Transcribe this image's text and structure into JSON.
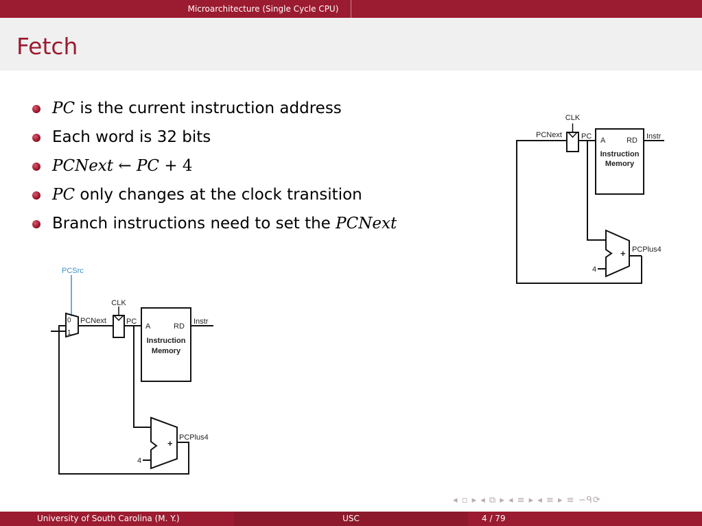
{
  "header": {
    "section_title": "Microarchitecture (Single Cycle CPU)",
    "frame_title": "Fetch"
  },
  "bullets": [
    {
      "math": "PC",
      "text": " is the current instruction address"
    },
    {
      "text": "Each word is 32 bits"
    },
    {
      "math_a": "PCNext",
      "arrow": " ← ",
      "math_b": "PC",
      "plus": " + 4"
    },
    {
      "math": "PC",
      "text": " only changes at the clock transition"
    },
    {
      "text": "Branch instructions need to set the ",
      "math": "PCNext"
    }
  ],
  "diagram_right": {
    "clk": "CLK",
    "pcnext": "PCNext",
    "pc": "PC",
    "addr": "A",
    "rd": "RD",
    "instr": "Instr",
    "mem_line1": "Instruction",
    "mem_line2": "Memory",
    "pcplus4": "PCPlus4",
    "four": "4",
    "plus": "+"
  },
  "diagram_left": {
    "pcsrc": "PCSrc",
    "mux0": "0",
    "mux1": "1",
    "clk": "CLK",
    "pcnext": "PCNext",
    "pc": "PC",
    "addr": "A",
    "rd": "RD",
    "instr": "Instr",
    "mem_line1": "Instruction",
    "mem_line2": "Memory",
    "pcplus4": "PCPlus4",
    "four": "4",
    "plus": "+"
  },
  "nav_symbols": "◂ ▫ ▸ ◂ ⧉ ▸ ◂ ≡ ▸ ◂ ≡ ▸   ≡   ∽ᑫ⟳",
  "footer": {
    "institution": "University of South Carolina   (M. Y.)",
    "short": "USC",
    "page": "4 / 79"
  },
  "colors": {
    "brand": "#9b1b30",
    "title_bg": "#f0f0f0",
    "pcsrc": "#3a8fc8"
  }
}
